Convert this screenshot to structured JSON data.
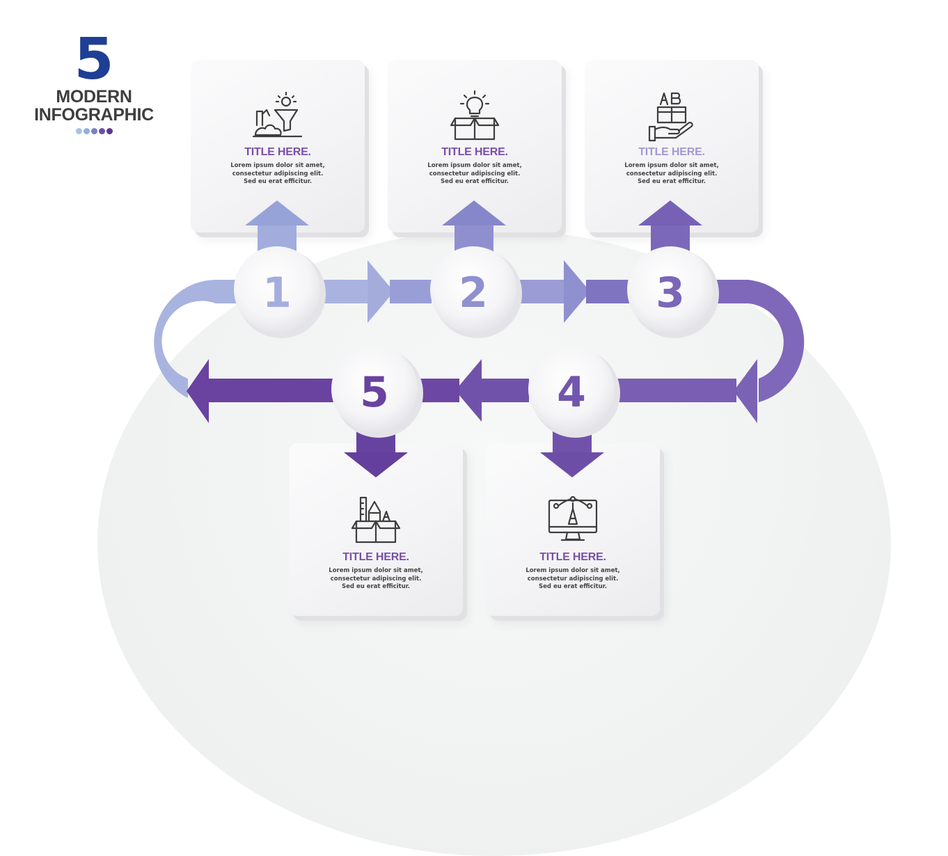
{
  "heading": {
    "number": "5",
    "line1": "MODERN",
    "line2": "INFOGRAPHIC",
    "dots": [
      "#a9c2e6",
      "#8fb0dd",
      "#7b7fc4",
      "#6d4fa6",
      "#5c3592"
    ]
  },
  "steps": [
    {
      "number": "1",
      "title": "TITLE HERE.",
      "text": [
        "Lorem ipsum dolor sit amet,",
        "consectetur adipiscing elit.",
        "Sed eu erat efficitur."
      ],
      "icon": "idea-funnel-icon",
      "color": "#a4aede",
      "title_color": "#7a4fa6"
    },
    {
      "number": "2",
      "title": "TITLE HERE.",
      "text": [
        "Lorem ipsum dolor sit amet,",
        "consectetur adipiscing elit.",
        "Sed eu erat efficitur."
      ],
      "icon": "idea-box-icon",
      "color": "#8f90cf",
      "title_color": "#7a4fa6"
    },
    {
      "number": "3",
      "title": "TITLE HERE.",
      "text": [
        "Lorem ipsum dolor sit amet,",
        "consectetur adipiscing elit.",
        "Sed eu erat efficitur."
      ],
      "icon": "hand-box-icon",
      "color": "#7b66b8",
      "title_color": "#a497d2"
    },
    {
      "number": "4",
      "title": "TITLE HERE.",
      "text": [
        "Lorem ipsum dolor sit amet,",
        "consectetur adipiscing elit.",
        "Sed eu erat efficitur."
      ],
      "icon": "monitor-design-icon",
      "color": "#7256ad",
      "title_color": "#7a4fa6"
    },
    {
      "number": "5",
      "title": "TITLE HERE.",
      "text": [
        "Lorem ipsum dolor sit amet,",
        "consectetur adipiscing elit.",
        "Sed eu erat efficitur."
      ],
      "icon": "tools-box-icon",
      "color": "#6a42a0",
      "title_color": "#7a4fa6"
    }
  ]
}
